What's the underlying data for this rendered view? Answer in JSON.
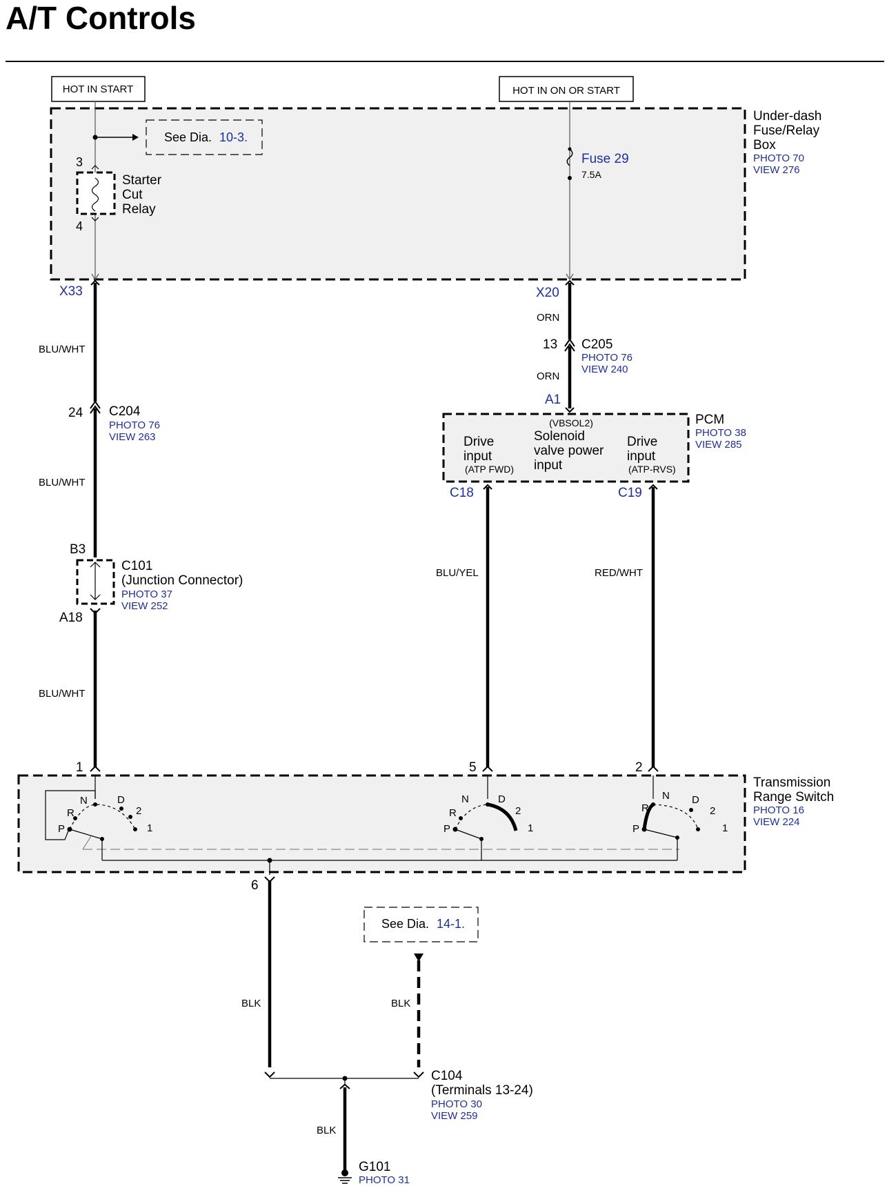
{
  "title": "A/T Controls",
  "colors": {
    "link": "#1c2ea6",
    "box_fill": "#f0f0f0",
    "wire": "#000000"
  },
  "power": {
    "hot_start": "HOT IN START",
    "hot_on_start": "HOT IN ON OR START"
  },
  "fuse_box": {
    "line1": "Under-dash",
    "line2": "Fuse/Relay",
    "line3": "Box",
    "photo": "PHOTO 70",
    "view": "VIEW 276",
    "see_label": "See Dia.",
    "see_ref": "10-3.",
    "fuse_name": "Fuse 29",
    "fuse_rating": "7.5A"
  },
  "relay": {
    "line1": "Starter",
    "line2": "Cut",
    "line3": "Relay",
    "pin_in": "3",
    "pin_out": "4"
  },
  "terminals": {
    "x33": "X33",
    "x20": "X20",
    "a1": "A1",
    "c18": "C18",
    "c19": "C19",
    "b3": "B3",
    "a18": "A18"
  },
  "wires": {
    "blu_wht": "BLU/WHT",
    "orn": "ORN",
    "blu_yel": "BLU/YEL",
    "red_wht": "RED/WHT",
    "blk": "BLK"
  },
  "c204": {
    "pin": "24",
    "name": "C204",
    "photo": "PHOTO 76",
    "view": "VIEW 263"
  },
  "c205": {
    "pin": "13",
    "name": "C205",
    "photo": "PHOTO 76",
    "view": "VIEW 240"
  },
  "pcm": {
    "name": "PCM",
    "photo": "PHOTO 38",
    "view": "VIEW 285",
    "signal": "(VBSOL2)",
    "sol_1": "Solenoid",
    "sol_2": "valve power",
    "sol_3": "input",
    "fwd_1": "Drive",
    "fwd_2": "input",
    "fwd_3": "(ATP FWD)",
    "rvs_1": "Drive",
    "rvs_2": "input",
    "rvs_3": "(ATP-RVS)"
  },
  "c101": {
    "name": "C101",
    "desc": "(Junction Connector)",
    "photo": "PHOTO 37",
    "view": "VIEW 252"
  },
  "trs": {
    "line1": "Transmission",
    "line2": "Range Switch",
    "photo": "PHOTO 16",
    "view": "VIEW 224",
    "pin1": "1",
    "pin5": "5",
    "pin2": "2",
    "pin6": "6",
    "pos_p": "P",
    "pos_r": "R",
    "pos_n": "N",
    "pos_d": "D",
    "pos_2": "2",
    "pos_1": "1"
  },
  "see14": {
    "label": "See Dia.",
    "ref": "14-1."
  },
  "c104": {
    "name": "C104",
    "desc": "(Terminals 13-24)",
    "photo": "PHOTO 30",
    "view": "VIEW 259"
  },
  "g101": {
    "name": "G101",
    "photo": "PHOTO 31"
  }
}
